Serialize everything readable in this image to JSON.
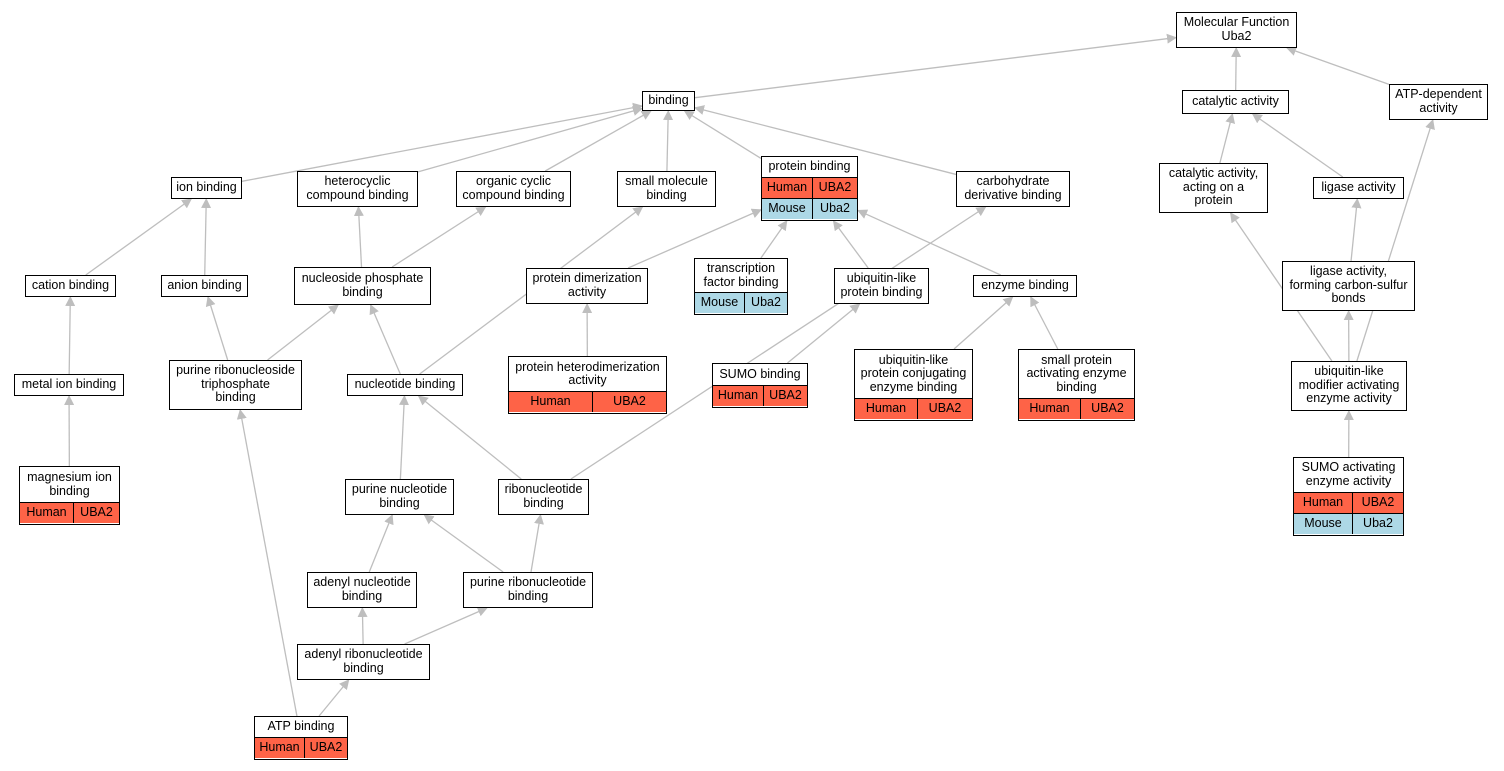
{
  "graph": {
    "colors": {
      "edge": "#bebebe",
      "human": "#fe6347",
      "mouse": "#add8e6"
    },
    "nodes": {
      "mf": {
        "label": "Molecular Function\nUba2"
      },
      "binding": {
        "label": "binding"
      },
      "catalytic": {
        "label": "catalytic activity"
      },
      "atpdep": {
        "label": "ATP-dependent\nactivity"
      },
      "ionb": {
        "label": "ion binding"
      },
      "hetero": {
        "label": "heterocyclic\ncompound binding"
      },
      "orgcyc": {
        "label": "organic cyclic\ncompound binding"
      },
      "smallmol": {
        "label": "small molecule\nbinding"
      },
      "protb": {
        "label": "protein binding",
        "rows": [
          [
            "Human",
            "UBA2"
          ],
          [
            "Mouse",
            "Uba2"
          ]
        ]
      },
      "carbo": {
        "label": "carbohydrate\nderivative binding"
      },
      "catprot": {
        "label": "catalytic activity,\nacting on a\nprotein"
      },
      "ligase": {
        "label": "ligase activity"
      },
      "cation": {
        "label": "cation binding"
      },
      "anion": {
        "label": "anion binding"
      },
      "nucphos": {
        "label": "nucleoside phosphate\nbinding"
      },
      "protdim": {
        "label": "protein dimerization\nactivity"
      },
      "tfb": {
        "label": "transcription\nfactor binding",
        "rows": [
          [
            "Mouse",
            "Uba2"
          ]
        ]
      },
      "ublpb": {
        "label": "ubiquitin-like\nprotein binding"
      },
      "enzb": {
        "label": "enzyme binding"
      },
      "ligcs": {
        "label": "ligase activity,\nforming carbon-sulfur\nbonds"
      },
      "metal": {
        "label": "metal ion binding"
      },
      "purtri": {
        "label": "purine ribonucleoside\ntriphosphate\nbinding"
      },
      "nucb": {
        "label": "nucleotide binding"
      },
      "heterodim": {
        "label": "protein heterodimerization\nactivity",
        "rows": [
          [
            "Human",
            "UBA2"
          ]
        ]
      },
      "sumob": {
        "label": "SUMO binding",
        "rows": [
          [
            "Human",
            "UBA2"
          ]
        ]
      },
      "ublconj": {
        "label": "ubiquitin-like\nprotein conjugating\nenzyme binding",
        "rows": [
          [
            "Human",
            "UBA2"
          ]
        ]
      },
      "smallact": {
        "label": "small protein\nactivating enzyme\nbinding",
        "rows": [
          [
            "Human",
            "UBA2"
          ]
        ]
      },
      "ublmod": {
        "label": "ubiquitin-like\nmodifier activating\nenzyme activity"
      },
      "mg": {
        "label": "magnesium ion\nbinding",
        "rows": [
          [
            "Human",
            "UBA2"
          ]
        ]
      },
      "purnuc": {
        "label": "purine nucleotide\nbinding"
      },
      "ribonuc": {
        "label": "ribonucleotide\nbinding"
      },
      "sumoact": {
        "label": "SUMO activating\nenzyme activity",
        "rows": [
          [
            "Human",
            "UBA2"
          ],
          [
            "Mouse",
            "Uba2"
          ]
        ]
      },
      "adenyl": {
        "label": "adenyl nucleotide\nbinding"
      },
      "purribo": {
        "label": "purine ribonucleotide\nbinding"
      },
      "adenylribo": {
        "label": "adenyl ribonucleotide\nbinding"
      },
      "atp": {
        "label": "ATP binding",
        "rows": [
          [
            "Human",
            "UBA2"
          ]
        ]
      }
    },
    "edges": [
      [
        "binding",
        "mf"
      ],
      [
        "catalytic",
        "mf"
      ],
      [
        "atpdep",
        "mf"
      ],
      [
        "ionb",
        "binding"
      ],
      [
        "hetero",
        "binding"
      ],
      [
        "orgcyc",
        "binding"
      ],
      [
        "smallmol",
        "binding"
      ],
      [
        "protb",
        "binding"
      ],
      [
        "carbo",
        "binding"
      ],
      [
        "catprot",
        "catalytic"
      ],
      [
        "ligase",
        "catalytic"
      ],
      [
        "cation",
        "ionb"
      ],
      [
        "anion",
        "ionb"
      ],
      [
        "nucphos",
        "hetero"
      ],
      [
        "nucphos",
        "orgcyc"
      ],
      [
        "protdim",
        "protb"
      ],
      [
        "tfb",
        "protb"
      ],
      [
        "ublpb",
        "protb"
      ],
      [
        "enzb",
        "protb"
      ],
      [
        "ligcs",
        "ligase"
      ],
      [
        "metal",
        "cation"
      ],
      [
        "purtri",
        "anion"
      ],
      [
        "purtri",
        "nucphos"
      ],
      [
        "nucb",
        "nucphos"
      ],
      [
        "nucb",
        "smallmol"
      ],
      [
        "heterodim",
        "protdim"
      ],
      [
        "sumob",
        "ublpb"
      ],
      [
        "ublconj",
        "enzb"
      ],
      [
        "smallact",
        "enzb"
      ],
      [
        "ublmod",
        "catprot"
      ],
      [
        "ublmod",
        "ligcs"
      ],
      [
        "ublmod",
        "atpdep"
      ],
      [
        "mg",
        "metal"
      ],
      [
        "purnuc",
        "nucb"
      ],
      [
        "ribonuc",
        "nucb"
      ],
      [
        "ribonuc",
        "carbo"
      ],
      [
        "sumoact",
        "ublmod"
      ],
      [
        "adenyl",
        "purnuc"
      ],
      [
        "purribo",
        "purnuc"
      ],
      [
        "purribo",
        "ribonuc"
      ],
      [
        "adenylribo",
        "adenyl"
      ],
      [
        "adenylribo",
        "purribo"
      ],
      [
        "atp",
        "adenylribo"
      ],
      [
        "atp",
        "purtri"
      ]
    ]
  }
}
